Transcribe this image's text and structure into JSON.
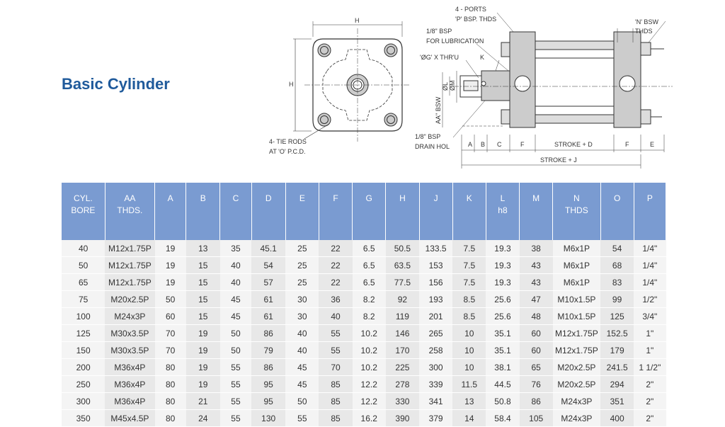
{
  "title": "Basic Cylinder",
  "drawing": {
    "labels": {
      "h_top": "H",
      "h_side": "H",
      "tie_rods_1": "4- TIE RODS",
      "tie_rods_2": "AT 'O' P.C.D.",
      "ports_1": "4 - PORTS",
      "ports_2": "'P' BSP. THDS",
      "lube_1": "1/8\" BSP",
      "lube_2": "FOR LUBRICATION",
      "og": "'ØG' X THR'U",
      "k": "K",
      "n_bsw_1": "'N' BSW",
      "n_bsw_2": "THDS",
      "om": "ØM",
      "ol": "ØL",
      "aa_bsw": "AA\" BSW",
      "drain_1": "1/8\" BSP",
      "drain_2": "DRAIN HOL",
      "dim_a": "A",
      "dim_b": "B",
      "dim_c": "C",
      "dim_f1": "F",
      "dim_stroke_d": "STROKE + D",
      "dim_f2": "F",
      "dim_e": "E",
      "dim_stroke_j": "STROKE + J"
    }
  },
  "table": {
    "headers": [
      "CYL.\nBORE",
      "AA\nTHDS.",
      "A",
      "B",
      "C",
      "D",
      "E",
      "F",
      "G",
      "H",
      "J",
      "K",
      "L\nh8",
      "M",
      "N\nTHDS",
      "O",
      "P"
    ],
    "rows": [
      [
        "40",
        "M12x1.75P",
        "19",
        "13",
        "35",
        "45.1",
        "25",
        "22",
        "6.5",
        "50.5",
        "133.5",
        "7.5",
        "19.3",
        "38",
        "M6x1P",
        "54",
        "1/4\""
      ],
      [
        "50",
        "M12x1.75P",
        "19",
        "15",
        "40",
        "54",
        "25",
        "22",
        "6.5",
        "63.5",
        "153",
        "7.5",
        "19.3",
        "43",
        "M6x1P",
        "68",
        "1/4\""
      ],
      [
        "65",
        "M12x1.75P",
        "19",
        "15",
        "40",
        "57",
        "25",
        "22",
        "6.5",
        "77.5",
        "156",
        "7.5",
        "19.3",
        "43",
        "M6x1P",
        "83",
        "1/4\""
      ],
      [
        "75",
        "M20x2.5P",
        "50",
        "15",
        "45",
        "61",
        "30",
        "36",
        "8.2",
        "92",
        "193",
        "8.5",
        "25.6",
        "47",
        "M10x1.5P",
        "99",
        "1/2\""
      ],
      [
        "100",
        "M24x3P",
        "60",
        "15",
        "45",
        "61",
        "30",
        "40",
        "8.2",
        "119",
        "201",
        "8.5",
        "25.6",
        "48",
        "M10x1.5P",
        "125",
        "3/4\""
      ],
      [
        "125",
        "M30x3.5P",
        "70",
        "19",
        "50",
        "86",
        "40",
        "55",
        "10.2",
        "146",
        "265",
        "10",
        "35.1",
        "60",
        "M12x1.75P",
        "152.5",
        "1\""
      ],
      [
        "150",
        "M30x3.5P",
        "70",
        "19",
        "50",
        "79",
        "40",
        "55",
        "10.2",
        "170",
        "258",
        "10",
        "35.1",
        "60",
        "M12x1.75P",
        "179",
        "1\""
      ],
      [
        "200",
        "M36x4P",
        "80",
        "19",
        "55",
        "86",
        "45",
        "70",
        "10.2",
        "225",
        "300",
        "10",
        "38.1",
        "65",
        "M20x2.5P",
        "241.5",
        "1 1/2\""
      ],
      [
        "250",
        "M36x4P",
        "80",
        "19",
        "55",
        "95",
        "45",
        "85",
        "12.2",
        "278",
        "339",
        "11.5",
        "44.5",
        "76",
        "M20x2.5P",
        "294",
        "2\""
      ],
      [
        "300",
        "M36x4P",
        "80",
        "21",
        "55",
        "95",
        "50",
        "85",
        "12.2",
        "330",
        "341",
        "13",
        "50.8",
        "86",
        "M24x3P",
        "351",
        "2\""
      ],
      [
        "350",
        "M45x4.5P",
        "80",
        "24",
        "55",
        "130",
        "55",
        "85",
        "16.2",
        "390",
        "379",
        "14",
        "58.4",
        "105",
        "M24x3P",
        "400",
        "2\""
      ]
    ]
  }
}
